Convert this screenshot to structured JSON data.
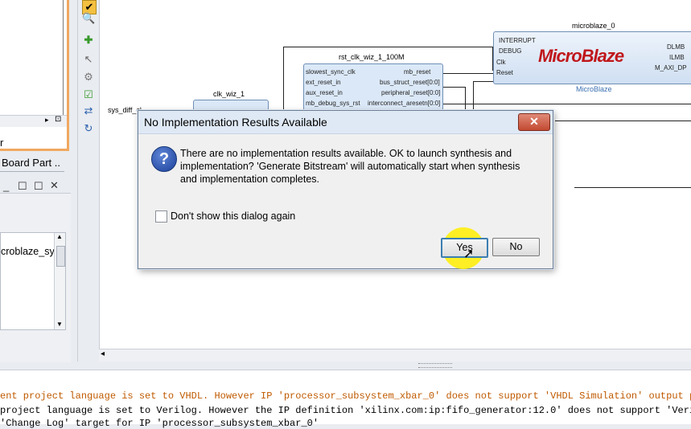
{
  "left_panel": {
    "tab_fragment": "r",
    "board_part_label": "Board Part ..",
    "list_item": "croblaze_sy"
  },
  "diagram": {
    "microblaze_instance": "microblaze_0",
    "microblaze_logo": "MicroBlaze",
    "microblaze_caption": "MicroBlaze",
    "microblaze_ports_left": [
      "INTERRUPT",
      "DEBUG",
      "Clk",
      "Reset"
    ],
    "microblaze_ports_right": [
      "DLMB",
      "ILMB",
      "M_AXI_DP"
    ],
    "rst_block_title": "rst_clk_wiz_1_100M",
    "rst_ports_left": [
      "slowest_sync_clk",
      "ext_reset_in",
      "aux_reset_in",
      "mb_debug_sys_rst"
    ],
    "rst_ports_right": [
      "mb_reset",
      "bus_struct_reset[0:0]",
      "peripheral_reset[0:0]",
      "interconnect_aresetn[0:0]"
    ],
    "clk_block_title": "clk_wiz_1",
    "sys_port_label": "sys_diff_cl"
  },
  "dialog": {
    "title": "No Implementation Results Available",
    "close_symbol": "✕",
    "message_lines": [
      "There are no implementation results available. OK to launch synthesis and",
      "implementation? 'Generate Bitstream' will automatically start when synthesis",
      "and implementation completes."
    ],
    "checkbox_label": "Don't show this dialog again",
    "yes_label": "Yes",
    "no_label": "No"
  },
  "console": {
    "lines": [
      "ent project language is set to VHDL. However IP 'processor_subsystem_xbar_0' does not support 'VHDL Simulation' output prod",
      "project language is set to Verilog. However the IP definition 'xilinx.com:ip:fifo_generator:12.0' does not support 'Verilog",
      "'Change Log' target for IP 'processor_subsystem_xbar_0'"
    ],
    "line1_color": "#c05a00",
    "line2_color": "#000000"
  },
  "colors": {
    "accent_orange": "#f0a860",
    "dialog_close_red": "#c34a32",
    "cursor_highlight": "#ffee00"
  },
  "icons": [
    "question-icon",
    "close-icon",
    "zoom-icon",
    "add-ip-icon",
    "validate-icon",
    "refresh-icon"
  ]
}
